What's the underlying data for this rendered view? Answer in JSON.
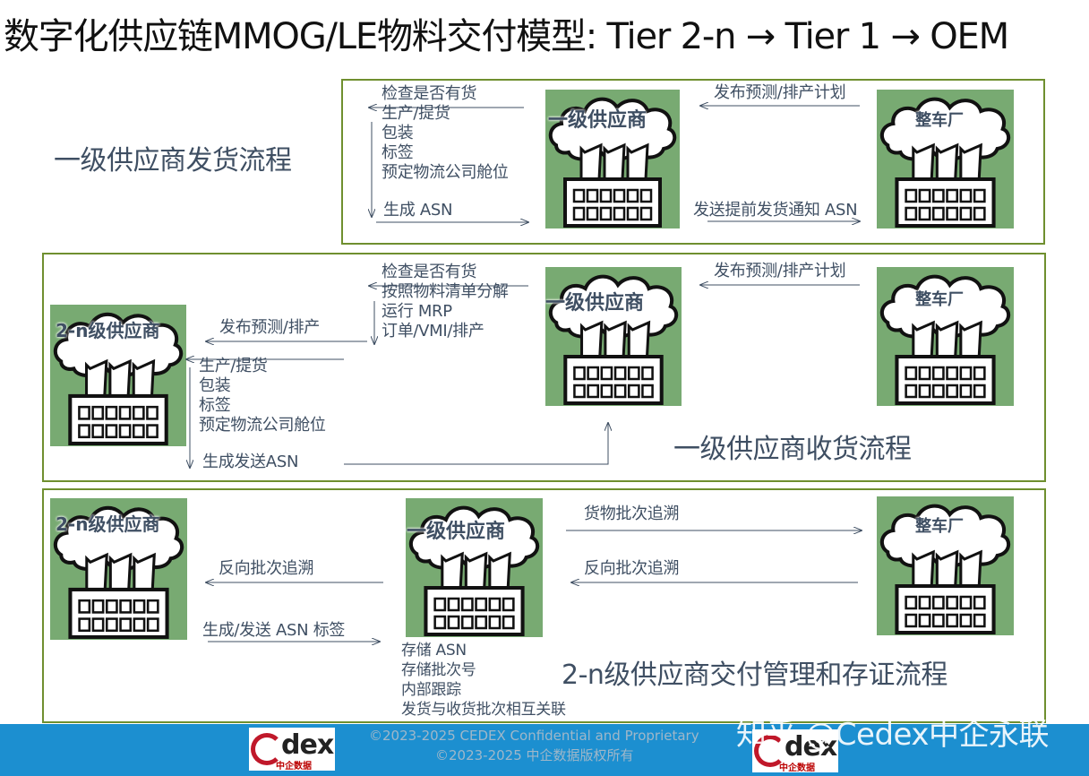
{
  "title": "数字化供应链MMOG/LE物料交付模型: Tier 2-n → Tier 1 → OEM",
  "labels": {
    "tier1": "一级供应商",
    "oem": "整车厂",
    "tier2n": "2-n级供应商"
  },
  "panel1": {
    "title": "一级供应商发货流程",
    "steps": [
      "检查是否有货",
      "生产/提货",
      "包装",
      "标签",
      "预定物流公司舱位"
    ],
    "asn_step": "生成 ASN",
    "forecast": "发布预测/排产计划",
    "notice": "发送提前发货通知 ASN"
  },
  "panel2": {
    "title": "一级供应商收货流程",
    "steps_top": [
      "检查是否有货",
      "按照物料清单分解",
      "运行 MRP",
      "订单/VMI/排产"
    ],
    "forecast_oem": "发布预测/排产计划",
    "forecast_tier2": "发布预测/排产",
    "steps_bottom": [
      "生产/提货",
      "包装",
      "标签",
      "预定物流公司舱位"
    ],
    "asn_step": "生成发送ASN"
  },
  "panel3": {
    "title": "2-n级供应商交付管理和存证流程",
    "trace_forward": "货物批次追溯",
    "trace_back_oem": "反向批次追溯",
    "trace_back_tier2": "反向批次追溯",
    "asn_label": "生成/发送 ASN 标签",
    "storage": [
      "存储 ASN",
      "存储批次号",
      "内部跟踪",
      "发货与收货批次相互关联"
    ]
  },
  "footer": {
    "copyright_en": "©2023-2025 CEDEX Confidential and Proprietary",
    "copyright_cn": "©2023-2025 中企数据版权所有",
    "logo_text": "dex",
    "logo_sub": "中企数据",
    "watermark": "知乎 @Cedex中企永联"
  },
  "colors": {
    "factory_bg": "#78aa72",
    "panel_border": "#6f8f2f",
    "text": "#3f4f63",
    "footer": "#1c8fd0"
  }
}
